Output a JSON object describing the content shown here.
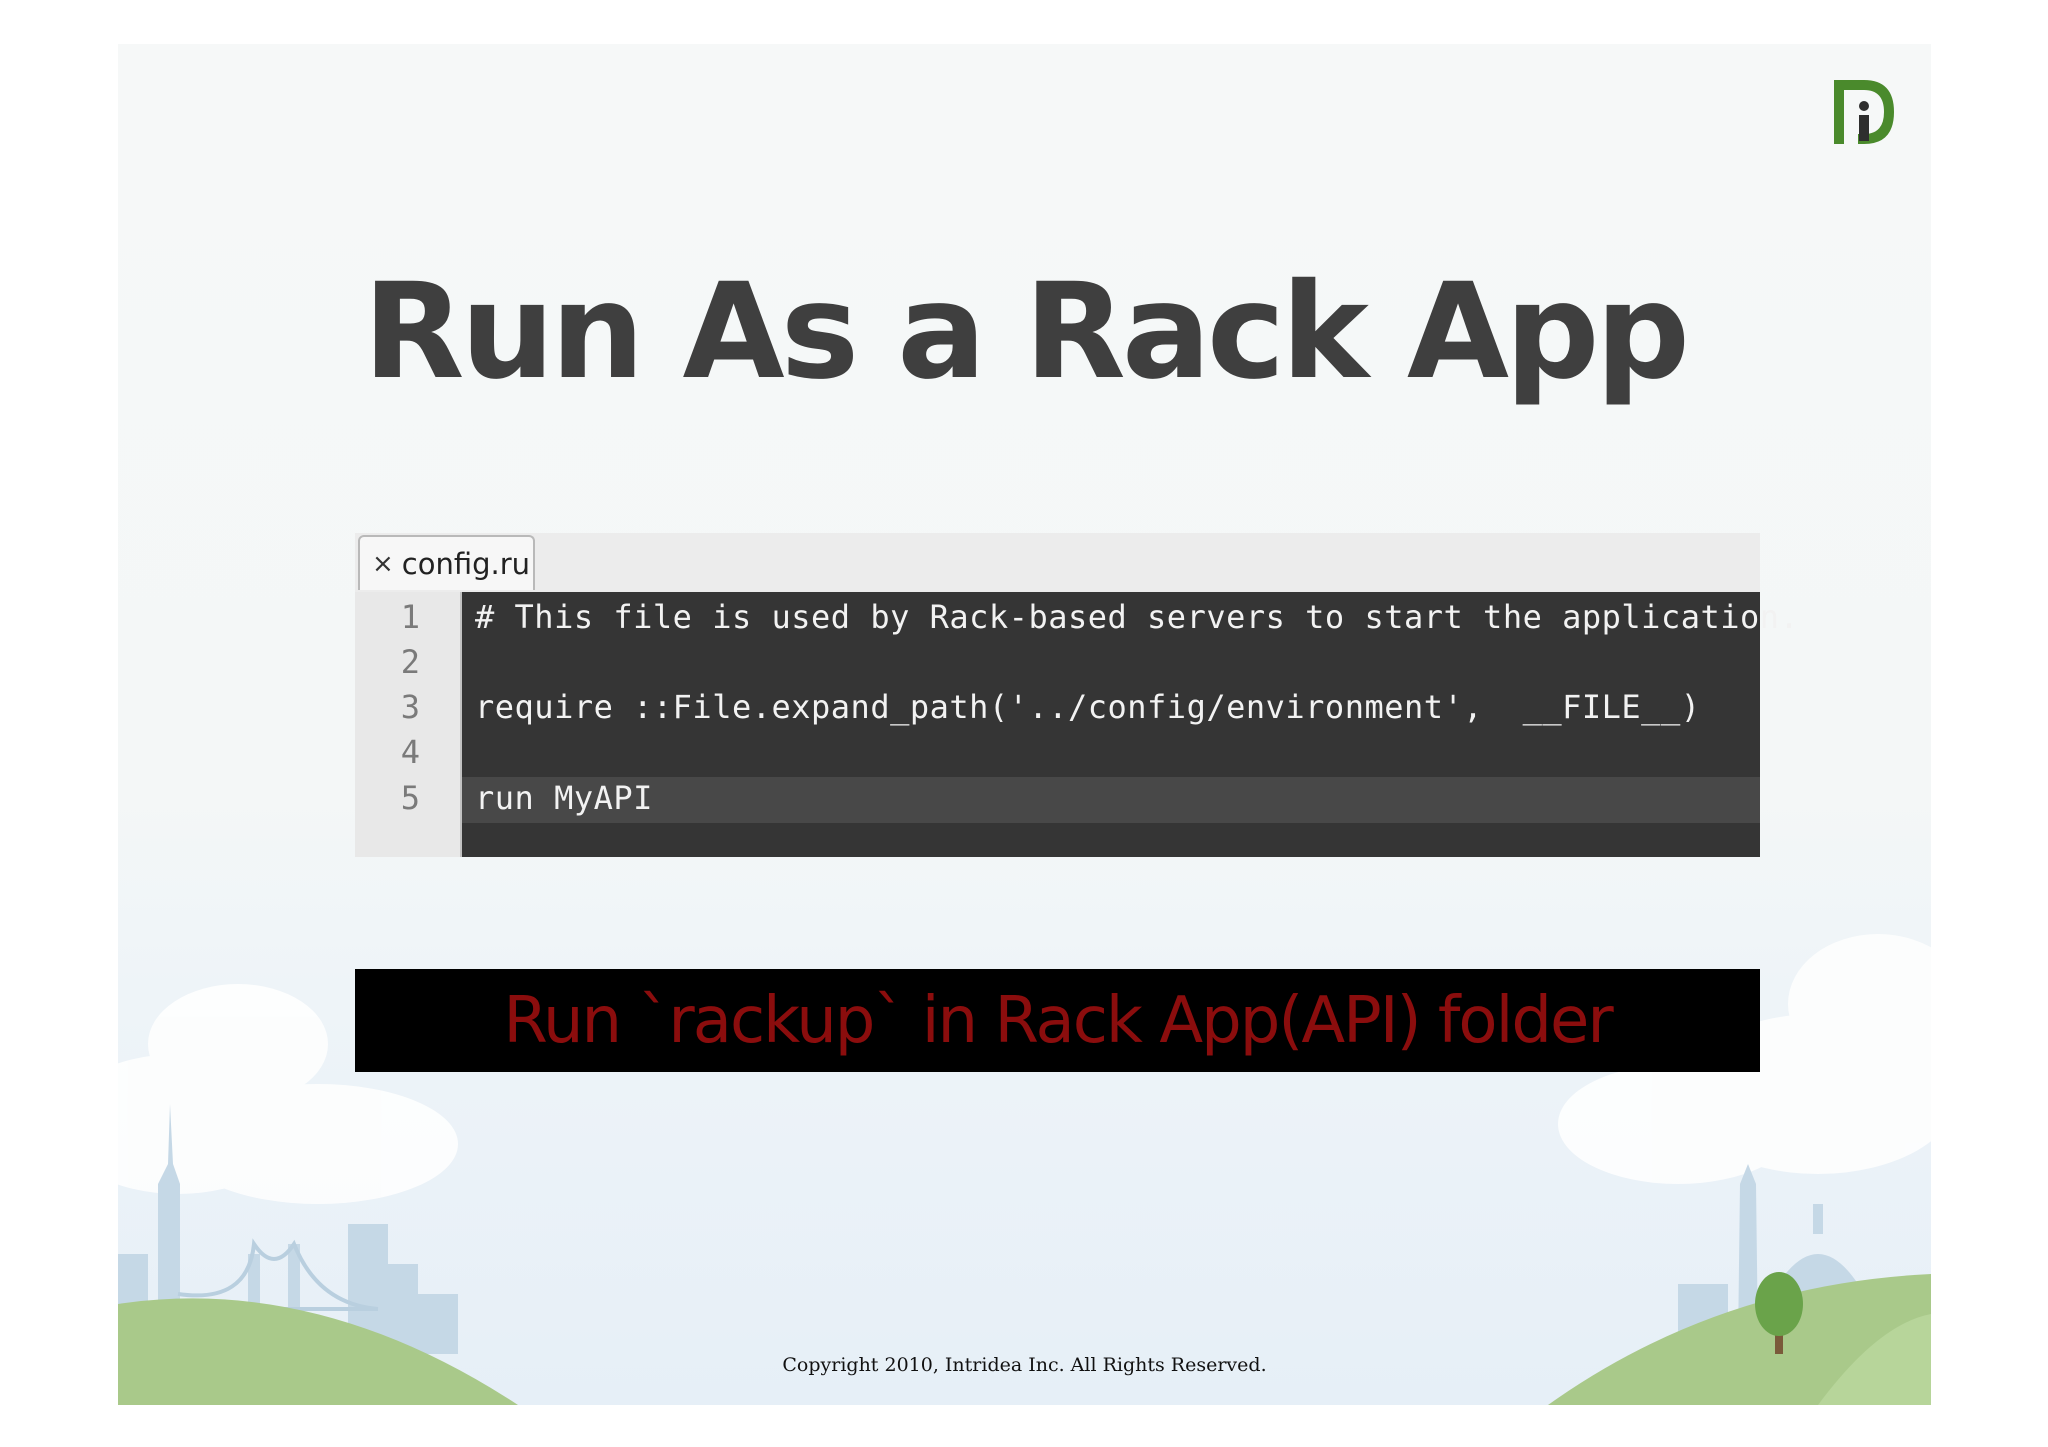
{
  "slide": {
    "title": "Run As a Rack App",
    "copyright": "Copyright 2010, Intridea Inc.  All Rights Reserved."
  },
  "editor": {
    "tab_label": "config.ru",
    "tab_close_icon": "×",
    "current_line": 5,
    "lines": [
      {
        "number": "1",
        "code": "# This file is used by Rack-based servers to start the application."
      },
      {
        "number": "2",
        "code": ""
      },
      {
        "number": "3",
        "code": "require ::File.expand_path('../config/environment',  __FILE__)"
      },
      {
        "number": "4",
        "code": ""
      },
      {
        "number": "5",
        "code": "run MyAPI"
      }
    ]
  },
  "callout": {
    "text": "Run `rackup` in Rack App(API) folder"
  },
  "colors": {
    "title": "#3f3f3f",
    "callout_text": "#8b0d0d",
    "callout_bg": "#000000",
    "logo_green": "#4a8a2c",
    "editor_bg": "#353535"
  },
  "icons": {
    "logo": "intridea-logo",
    "tab_close": "close-icon"
  }
}
